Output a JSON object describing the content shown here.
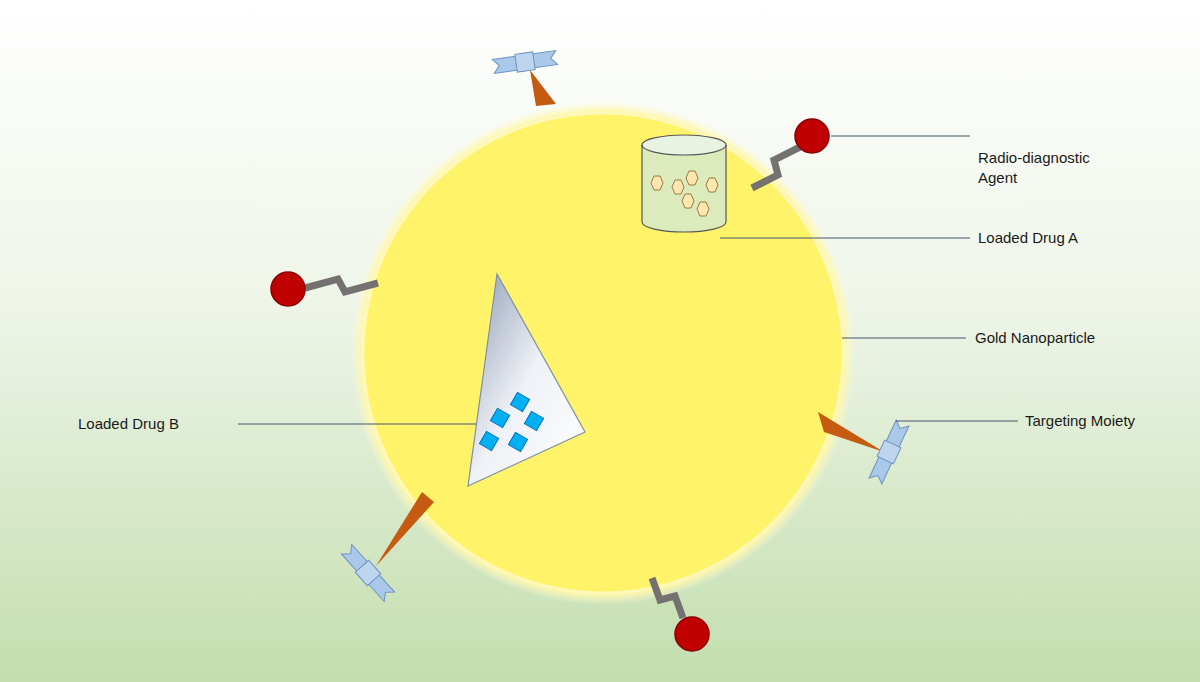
{
  "diagram": {
    "labels": [
      "Radio-diagnostic Agent",
      "Loaded Drug A",
      "Gold Nanoparticle",
      "Targeting Moiety",
      "Loaded Drug B"
    ]
  }
}
